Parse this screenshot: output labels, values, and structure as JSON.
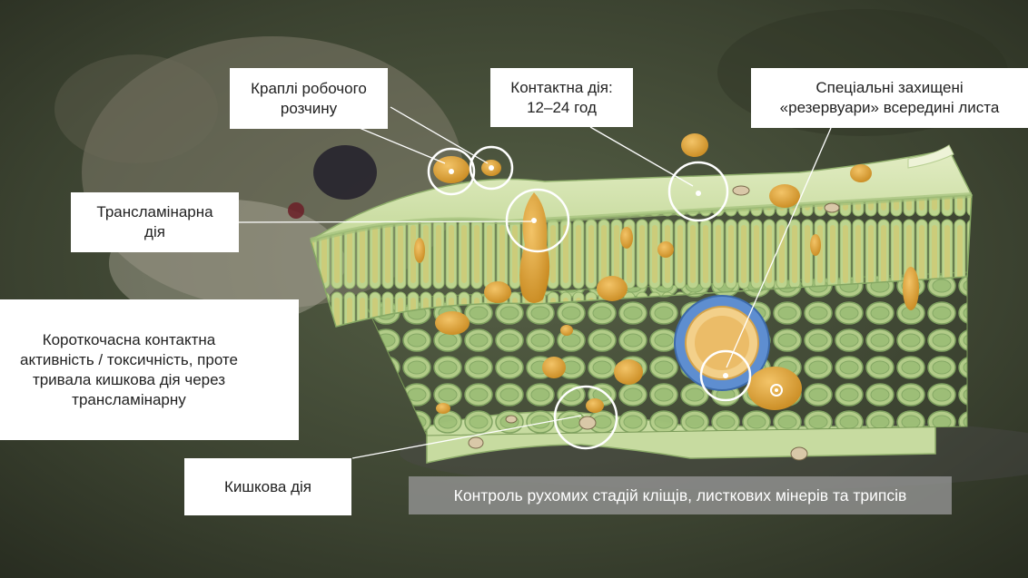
{
  "callouts": {
    "droplets": "Краплі робочого\nрозчину",
    "contact": "Контактна дія:\n12–24 год",
    "reservoirs": "Спеціальні захищені\n«резервуари» всередині листа",
    "translaminar": "Трансламінарна\nдія",
    "short_contact": "Короткочасна контактна\nактивність / токсичність, проте\nтривала кишкова дія через\nтрансламінарну",
    "gut": "Кишкова дія"
  },
  "banner": "Контроль рухомих стадій кліщів, листкових мінерів та трипсів",
  "colors": {
    "leaf_green": "#b9d48f",
    "droplet_orange": "#e3a73e",
    "background_dark": "#3a3f2a",
    "callout_box": "#ffffff",
    "banner_bg": "#969696"
  }
}
